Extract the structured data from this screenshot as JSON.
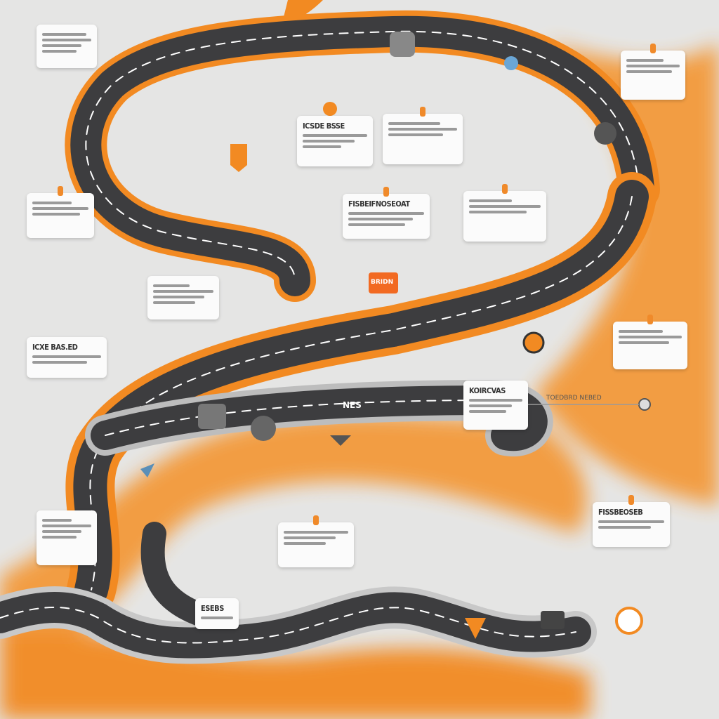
{
  "colors": {
    "background": "#e5e5e4",
    "road": "#3d3d3f",
    "accent": "#f28a22",
    "card": "#fbfbfb"
  },
  "cards": [
    {
      "title": "ICXE BAS.ED"
    },
    {
      "title": "FISBEIFNOSEOAT"
    },
    {
      "title": "KOIRCVAS"
    },
    {
      "title": "FISSBEOSEB"
    },
    {
      "title": "ICSDE BSSE"
    },
    {
      "title": "ESEBS"
    }
  ],
  "labels": {
    "road_sign": "BRIDN",
    "side_label": "TOEDBRD NEBED",
    "road_text": "NES"
  }
}
